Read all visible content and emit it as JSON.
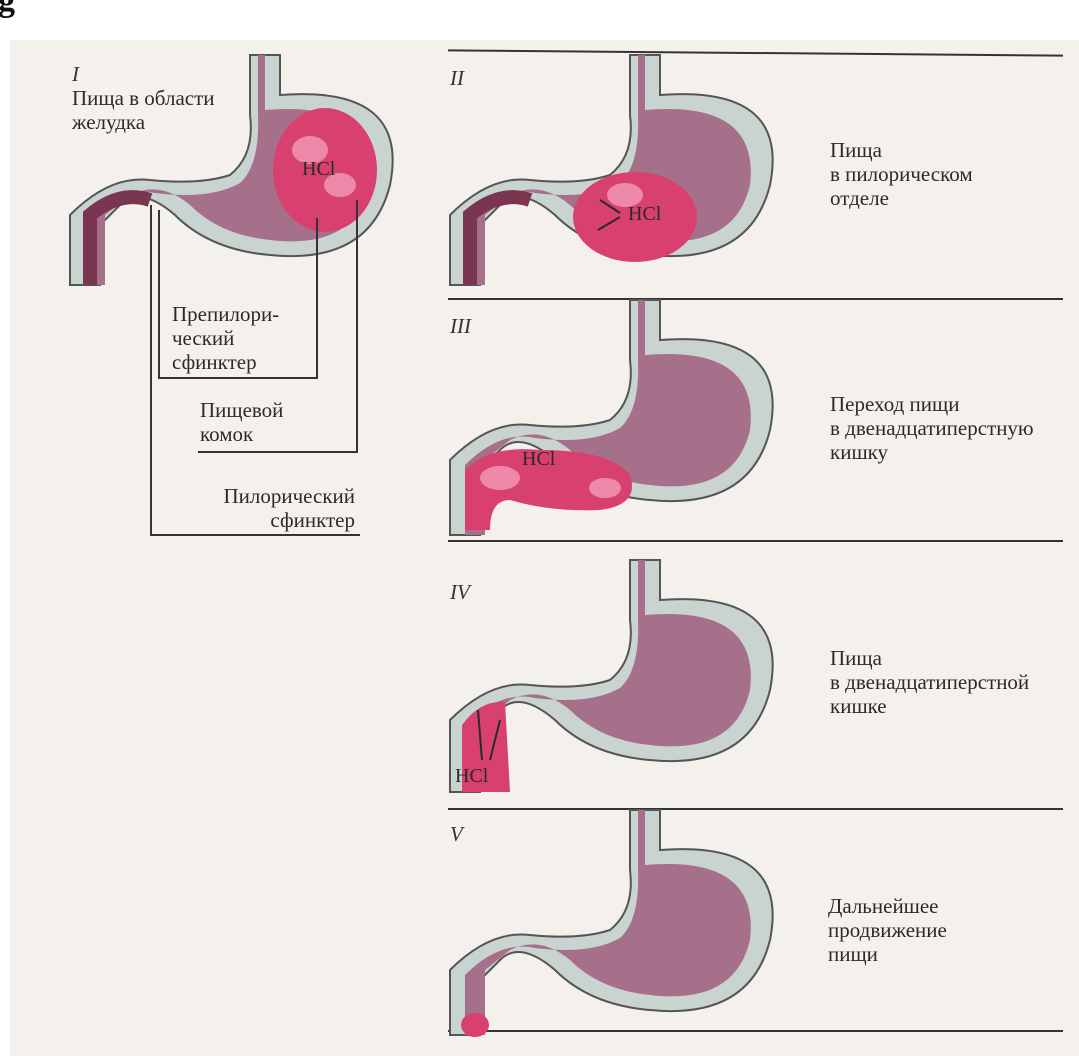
{
  "heading": "g",
  "stages": [
    {
      "numeral": "I",
      "hcl": "HCl",
      "label": [
        "Пища в области",
        "желудка"
      ]
    },
    {
      "numeral": "II",
      "hcl": "HCl",
      "label": [
        "Пища",
        "в пилорическом",
        "отделе"
      ]
    },
    {
      "numeral": "III",
      "hcl": "HCl",
      "label": [
        "Переход пищи",
        "в двенадцатиперстную",
        "кишку"
      ]
    },
    {
      "numeral": "IV",
      "hcl": "HCl",
      "label": [
        "Пища",
        "в двенадцатиперстной",
        "кишке"
      ]
    },
    {
      "numeral": "V",
      "hcl": "",
      "label": [
        "Дальнейшее",
        "продвижение",
        "пищи"
      ]
    }
  ],
  "callouts": {
    "prepyloric": [
      "Препилори-",
      "ческий",
      "сфинктер"
    ],
    "bolus": [
      "Пищевой",
      "комок"
    ],
    "pyloric": [
      "Пилорический",
      "сфинктер"
    ]
  },
  "colors": {
    "stomach_wall": "#c9d3d0",
    "stomach_inner": "#a66f8a",
    "food": "#d8416f",
    "esophagus": "#7a3550"
  }
}
